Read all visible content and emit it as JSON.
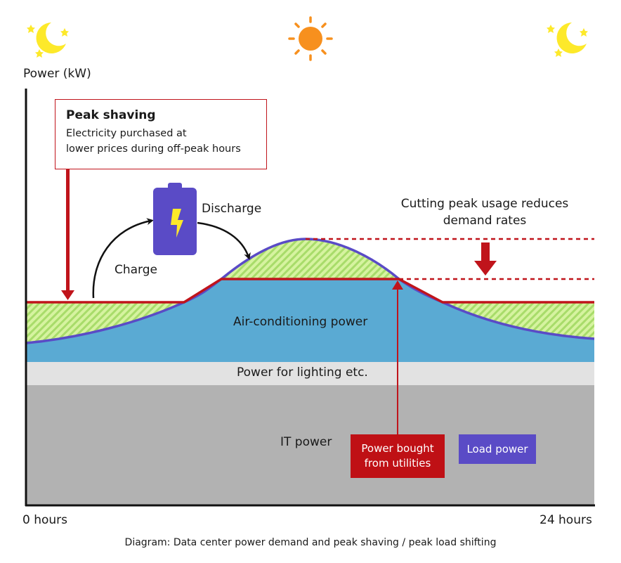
{
  "title_caption": "Diagram: Data center power demand and peak shaving / peak load shifting",
  "axes": {
    "y_label": "Power (kW)",
    "x_start_label": "0 hours",
    "x_end_label": "24 hours"
  },
  "icons": {
    "left": "moon-stars-icon",
    "center": "sun-icon",
    "right": "moon-stars-icon",
    "battery": "battery-lightning-icon"
  },
  "peak_shaving_box": {
    "title": "Peak shaving",
    "line1": "Electricity purchased at",
    "line2": "lower prices during off-peak hours"
  },
  "battery": {
    "charge_label": "Charge",
    "discharge_label": "Discharge"
  },
  "annotation": {
    "line1": "Cutting peak usage reduces",
    "line2": "demand rates"
  },
  "layers": {
    "air_conditioning": "Air-conditioning power",
    "lighting": "Power for lighting etc.",
    "it": "IT power"
  },
  "legend": {
    "bought_line1": "Power bought",
    "bought_line2": "from utilities",
    "load": "Load power"
  },
  "colors": {
    "red": "#c0141b",
    "load_purple": "#5a4bc6",
    "ac_blue": "#5aaad3",
    "lighting_gray": "#e2e2e2",
    "it_gray": "#b2b2b2",
    "hatch_green": "#c9ee8a",
    "sun_orange": "#f7901e",
    "moon_yellow": "#fde92a"
  }
}
